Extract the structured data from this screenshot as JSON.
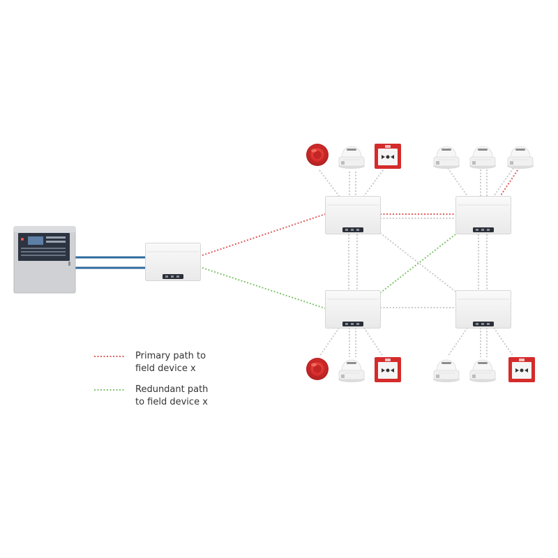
{
  "legend": {
    "primary_label": "Primary path to\nfield device x",
    "redundant_label": "Redundant path\nto field device x"
  },
  "colors": {
    "primary_path": "#e05a5a",
    "redundant_path": "#7ec46a",
    "gray_path": "#c9c9c9",
    "bus_cable": "#2f6a9c",
    "device_red": "#d42b2b",
    "device_white": "#f2f2f2"
  },
  "devices": {
    "panel": "fire-alarm-control-panel",
    "hub": "loop-interface-module",
    "nodes": [
      "node-top-left",
      "node-top-right",
      "node-bottom-left",
      "node-bottom-right"
    ],
    "field_devices": [
      "sounder",
      "smoke-detector",
      "manual-call-point",
      "smoke-detector",
      "smoke-detector",
      "smoke-detector",
      "sounder",
      "smoke-detector",
      "manual-call-point",
      "smoke-detector",
      "smoke-detector",
      "manual-call-point"
    ]
  }
}
